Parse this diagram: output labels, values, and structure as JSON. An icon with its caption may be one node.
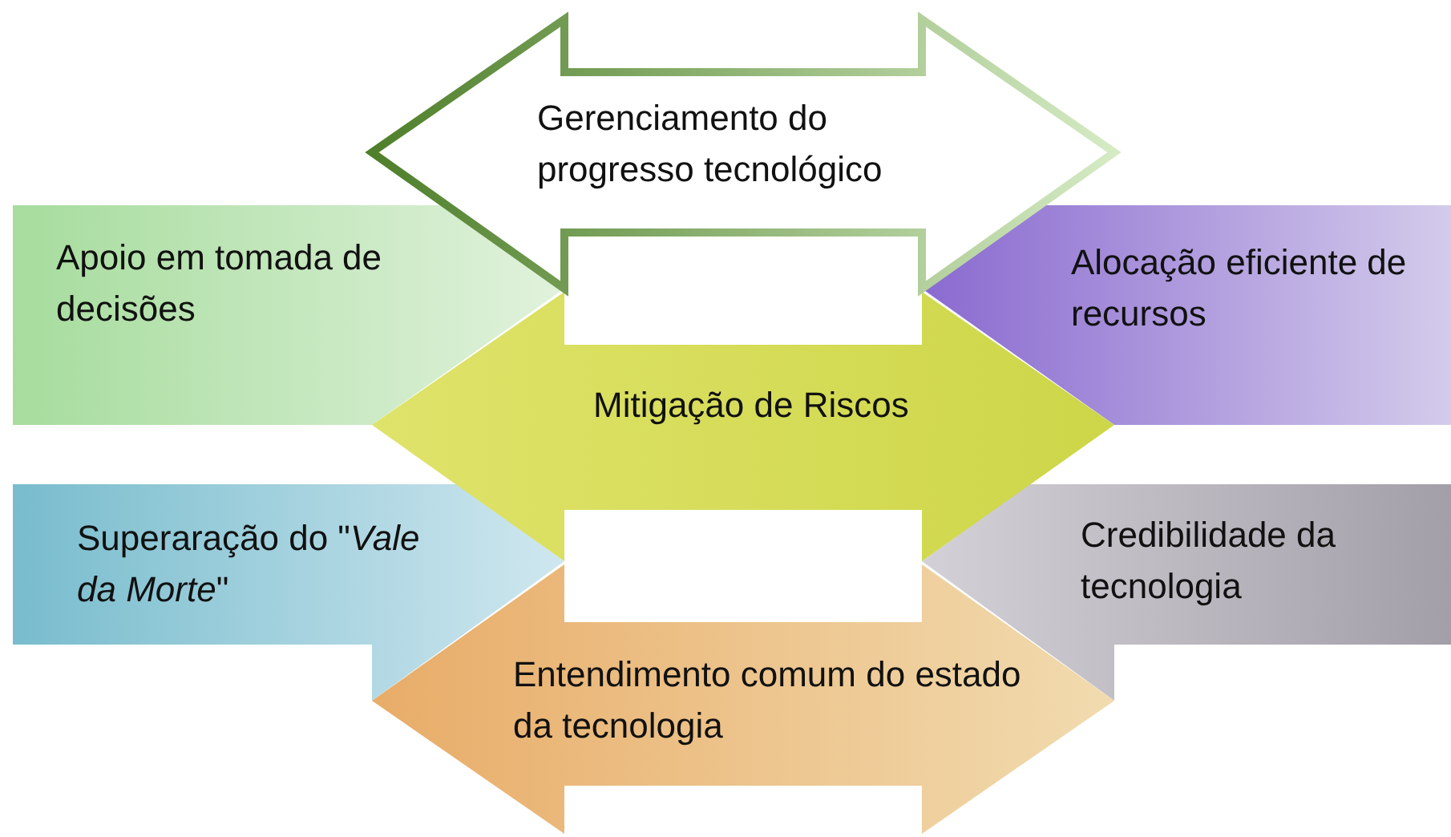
{
  "diagram": {
    "nodes": [
      {
        "text": [
          "Gerenciamento do progresso tecnológico"
        ]
      },
      {
        "text": [
          "Apoio em tomada de decisões"
        ]
      },
      {
        "text": [
          "Alocação eficiente de recursos"
        ]
      },
      {
        "text": [
          "Mitigação de Riscos"
        ]
      },
      {
        "text": [
          "Superaração do \"*Vale da Morte*\""
        ]
      },
      {
        "text": [
          "Credibilidade da tecnologia"
        ]
      },
      {
        "text": [
          "Entendimento comum do estado da tecnologia"
        ]
      }
    ],
    "edges": []
  }
}
